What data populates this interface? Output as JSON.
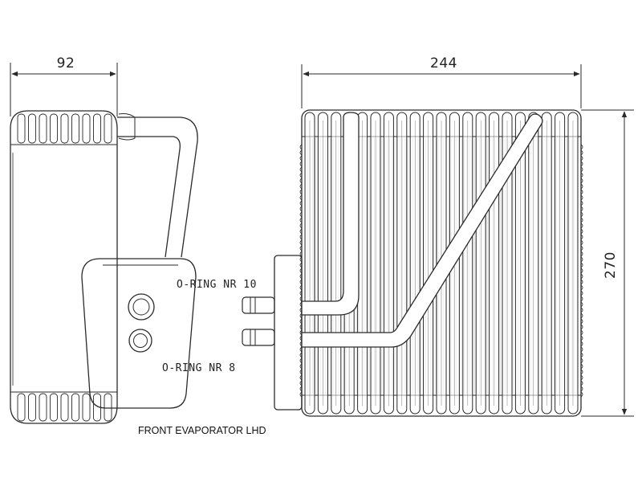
{
  "dimensions": {
    "side_width": "92",
    "front_width": "244",
    "front_height": "270"
  },
  "labels": {
    "oring_upper": "O-RING NR 10",
    "oring_lower": "O-RING NR 8",
    "caption": "FRONT EVAPORATOR LHD"
  },
  "colors": {
    "line": "#2a2a2a",
    "fin_shade": "#9a9a9a",
    "background": "#ffffff"
  }
}
